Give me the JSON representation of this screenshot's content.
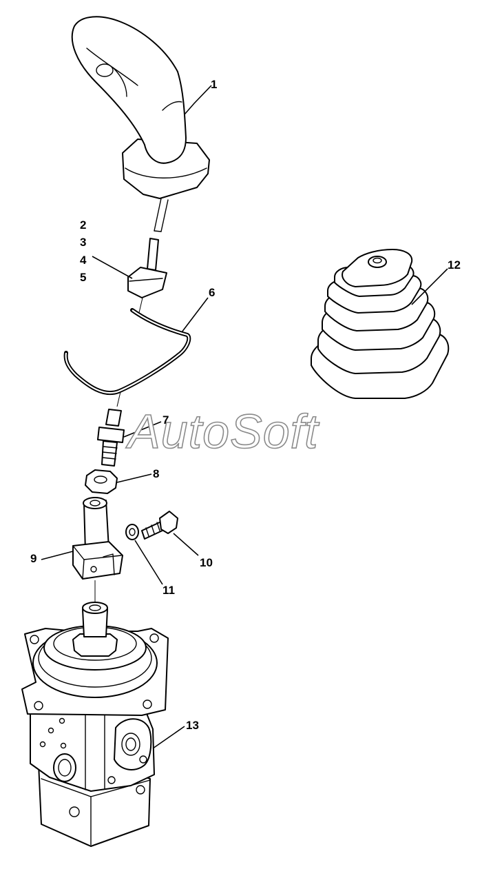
{
  "diagram": {
    "callouts": {
      "c1": "1",
      "c2": "2",
      "c3": "3",
      "c4": "4",
      "c5": "5",
      "c6": "6",
      "c7": "7",
      "c8": "8",
      "c9": "9",
      "c10": "10",
      "c11": "11",
      "c12": "12",
      "c13": "13"
    },
    "watermark": "AutoSoft"
  }
}
